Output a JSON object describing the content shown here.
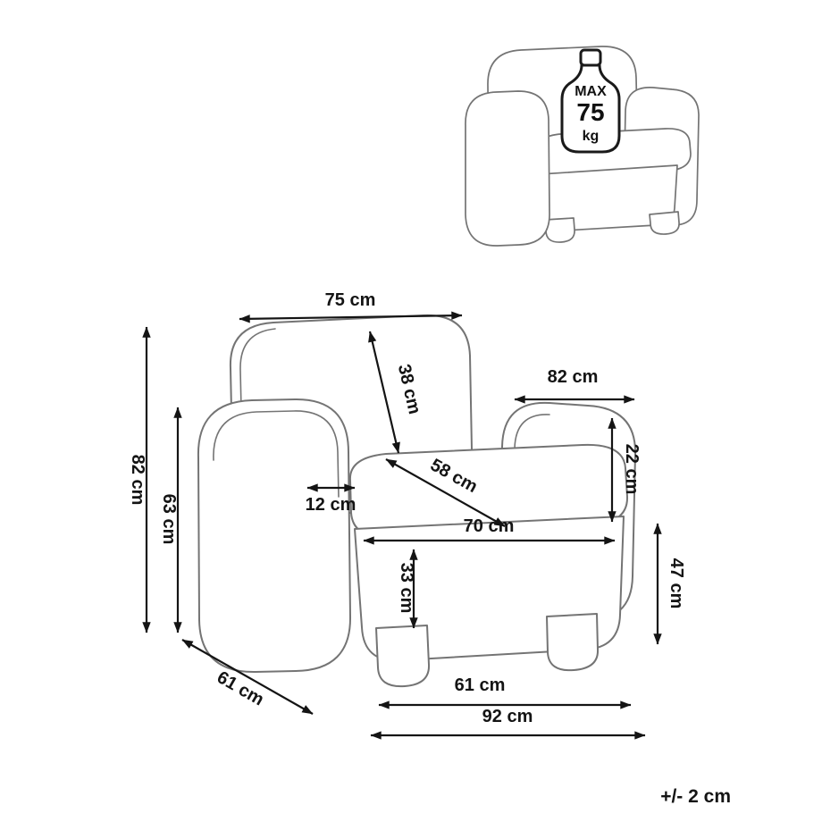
{
  "page": {
    "background_color": "#ffffff",
    "outline_color": "#747474",
    "dimension_color": "#141414"
  },
  "weight_limit_icon": {
    "icon_name": "max-weight-bottle",
    "line_max": "MAX",
    "line_value": "75",
    "line_unit": "kg"
  },
  "dimensions": {
    "top_width": "75 cm",
    "backrest_height": "38 cm",
    "armrest_depth": "82 cm",
    "backrest_to_seat": "22 cm",
    "armrest_width": "12 cm",
    "seat_diagonal": "58 cm",
    "seat_width": "70 cm",
    "seat_height": "33 cm",
    "front_height": "47 cm",
    "overall_height": "82 cm",
    "armrest_height": "63 cm",
    "side_depth": "61 cm",
    "front_base_width": "61 cm",
    "overall_width": "92 cm"
  },
  "footer": {
    "tolerance_note": "+/- 2 cm"
  }
}
